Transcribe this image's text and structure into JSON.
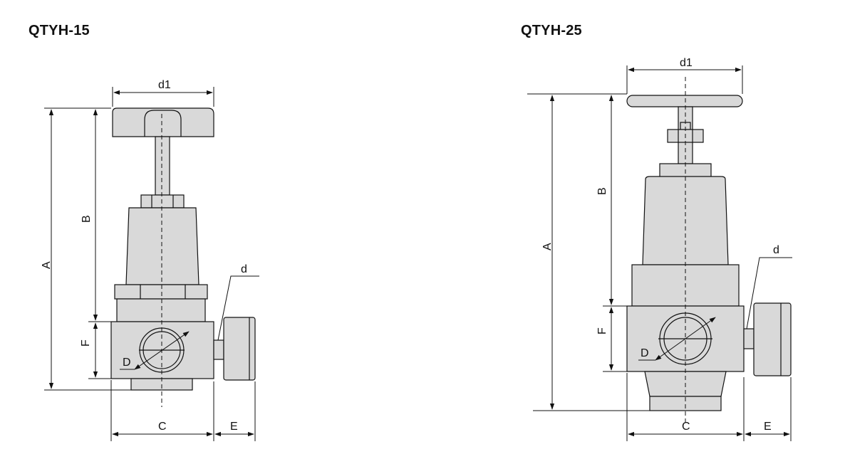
{
  "models": [
    {
      "title": "QTYH-15",
      "labels": {
        "d1": "d1",
        "A": "A",
        "B": "B",
        "F": "F",
        "D": "D",
        "d": "d",
        "C": "C",
        "E": "E"
      }
    },
    {
      "title": "QTYH-25",
      "labels": {
        "d1": "d1",
        "A": "A",
        "B": "B",
        "F": "F",
        "D": "D",
        "d": "d",
        "C": "C",
        "E": "E"
      }
    }
  ]
}
